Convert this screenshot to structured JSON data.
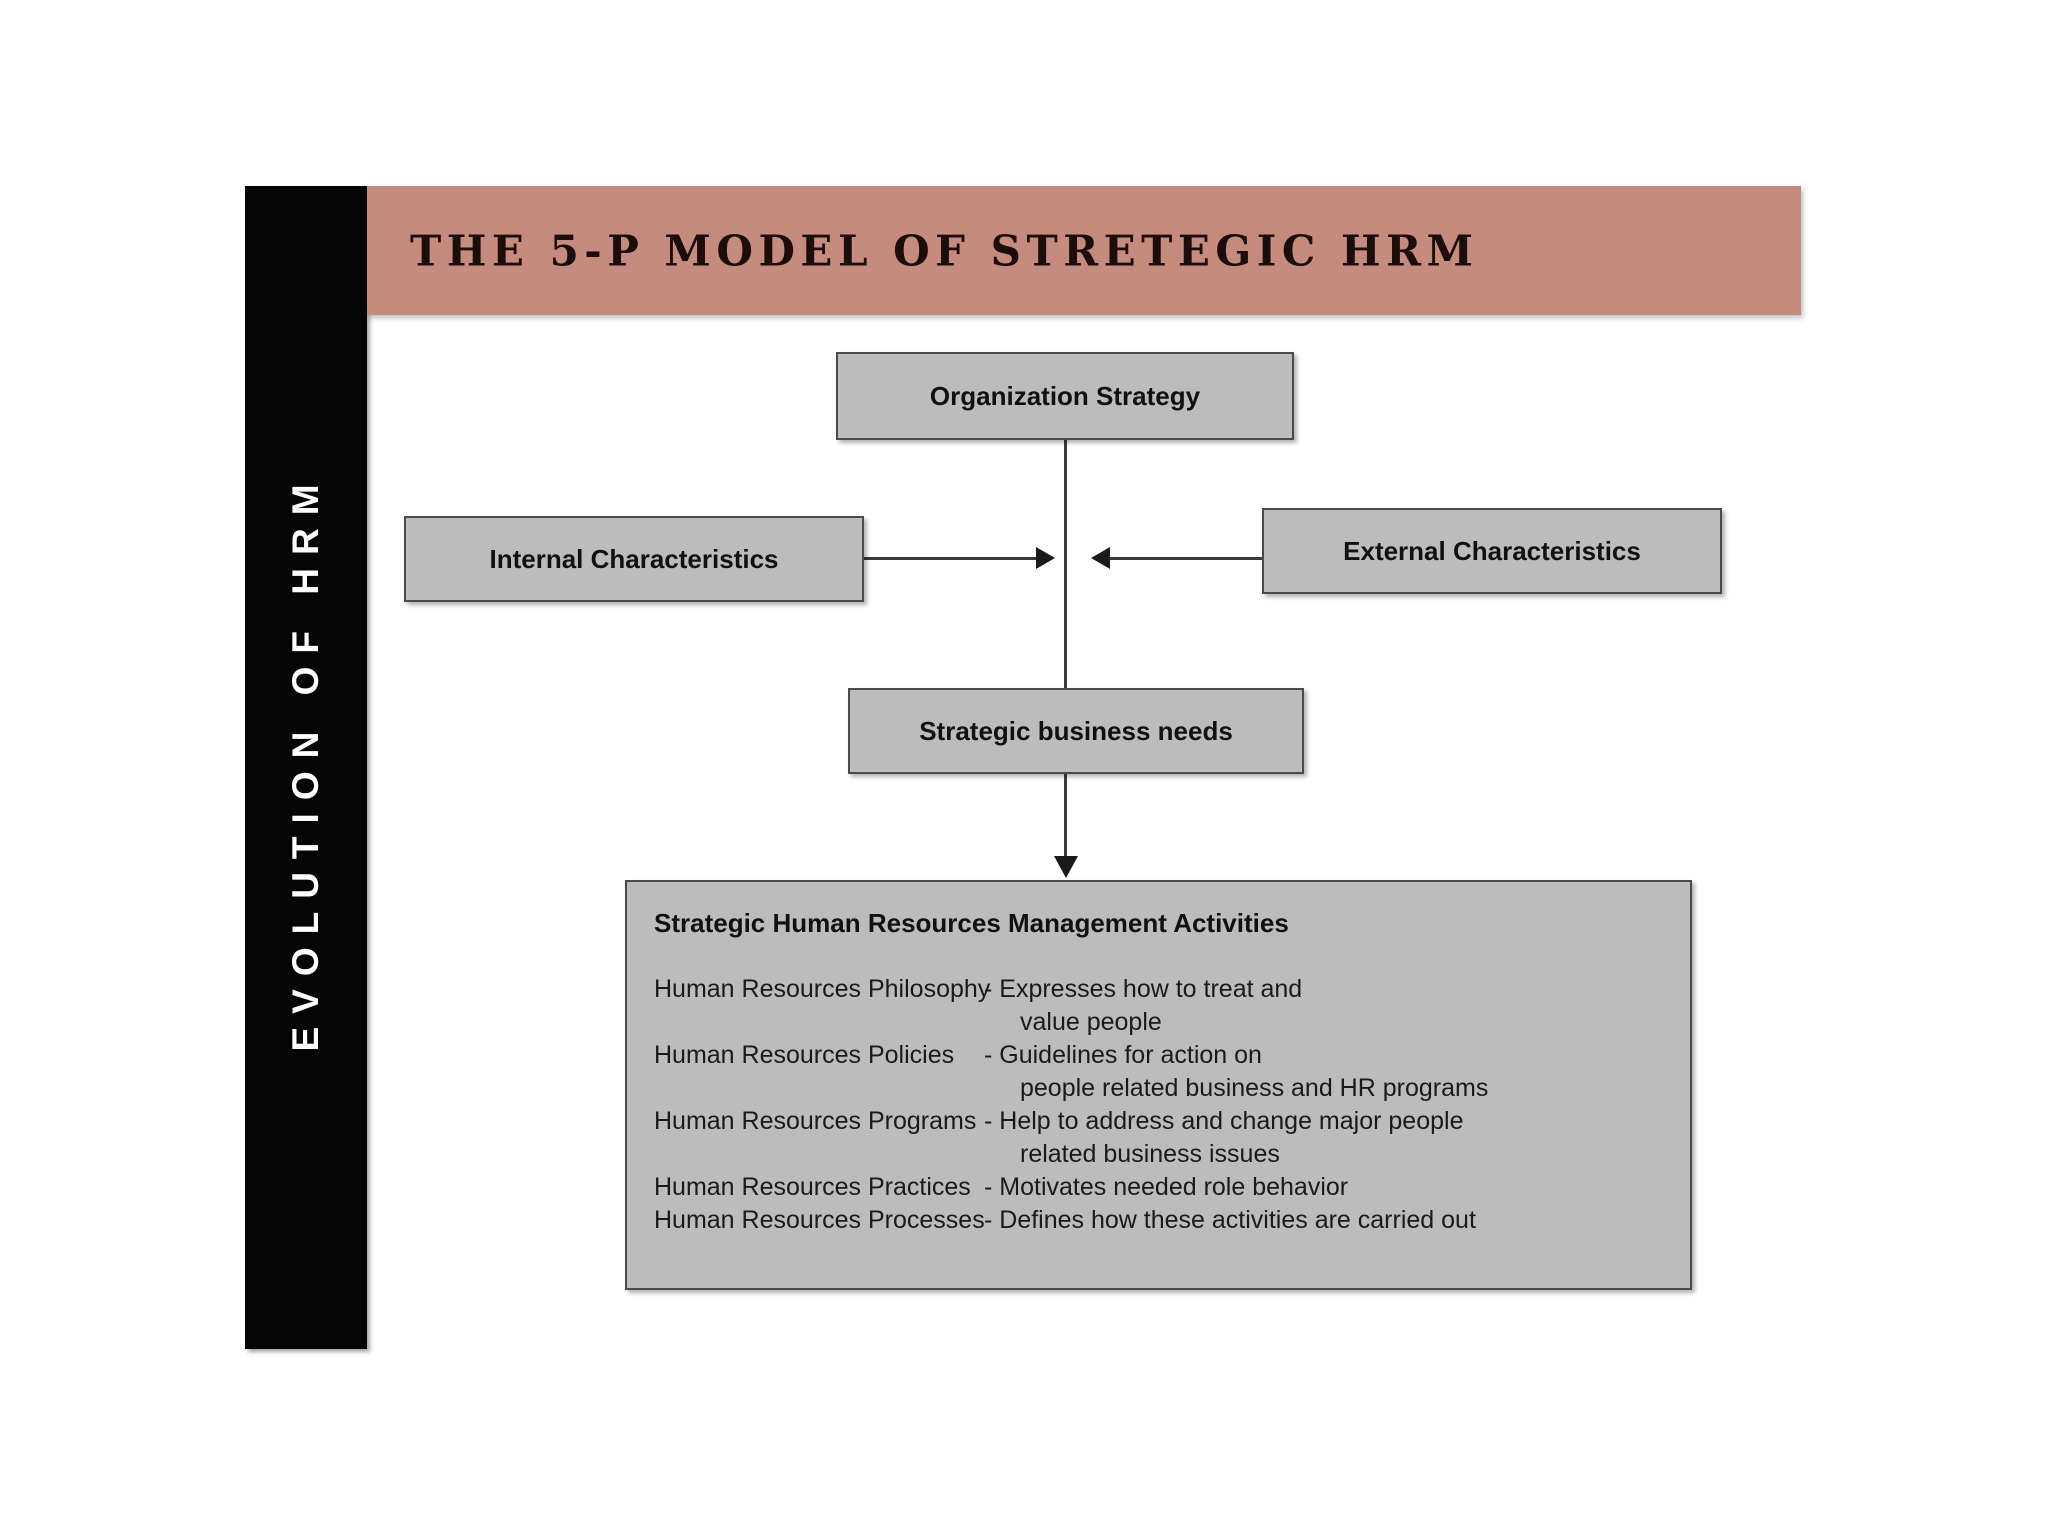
{
  "slide": {
    "sidebar_label": "EVOLUTION OF HRM",
    "title": "THE 5-P MODEL OF STRETEGIC HRM"
  },
  "colors": {
    "header_band": "#c48b7e",
    "sidebar": "#050505",
    "box_fill": "#bcbcbc",
    "box_border": "#4a4a4a",
    "connector": "#3a3a3a"
  },
  "diagram": {
    "boxes": {
      "organization_strategy": "Organization Strategy",
      "internal_characteristics": "Internal Characteristics",
      "external_characteristics": "External Characteristics",
      "strategic_business_needs": "Strategic business needs"
    },
    "activities": {
      "heading": "Strategic Human Resources Management Activities",
      "rows": [
        {
          "term": "Human Resources Philosophy",
          "desc": "- Expresses how to treat and",
          "desc_cont": "value people"
        },
        {
          "term": "Human Resources Policies",
          "desc": "- Guidelines for action on",
          "desc_cont": "people related business and HR programs"
        },
        {
          "term": "Human Resources Programs",
          "desc": "- Help to address and change major people",
          "desc_cont": "related business issues"
        },
        {
          "term": "Human Resources Practices",
          "desc": "- Motivates needed role behavior",
          "desc_cont": ""
        },
        {
          "term": "Human Resources Processes",
          "desc": "- Defines how these activities are carried out",
          "desc_cont": ""
        }
      ]
    }
  }
}
